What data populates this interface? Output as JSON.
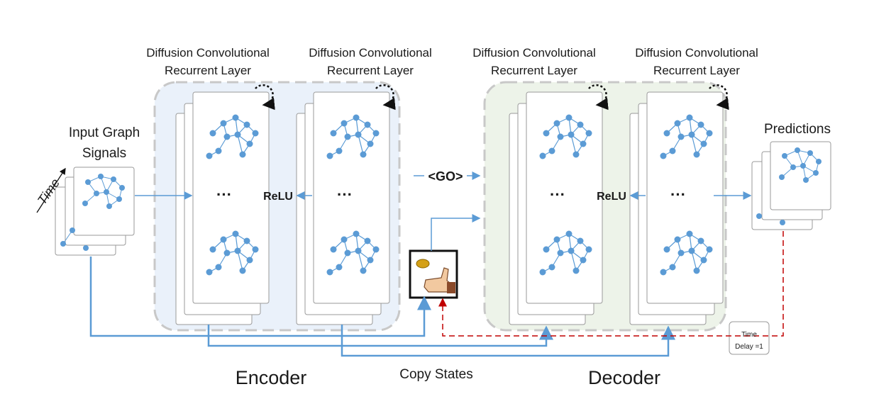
{
  "labels": {
    "layer_line1": "Diffusion Convolutional",
    "layer_line2": "Recurrent Layer",
    "input_line1": "Input Graph",
    "input_line2": "Signals",
    "time": "Time",
    "relu": "ReLU",
    "ellipsis": "···",
    "go": "<GO>",
    "predictions": "Predictions",
    "encoder": "Encoder",
    "decoder": "Decoder",
    "copy_states": "Copy States",
    "time_delay_line1": "Time",
    "time_delay_line2": "Delay =1"
  },
  "colors": {
    "node": "#5b9bd5",
    "arrow": "#5b9bd5",
    "dashed_feedback": "#c00000",
    "encoder_bg": "#eaf1fa",
    "decoder_bg": "#edf3e9",
    "panel_border": "#c8c8c8"
  },
  "icons": {
    "recurrence": "dotted-loop-arrow-icon",
    "sampling": "coin-flip-hand-icon"
  }
}
